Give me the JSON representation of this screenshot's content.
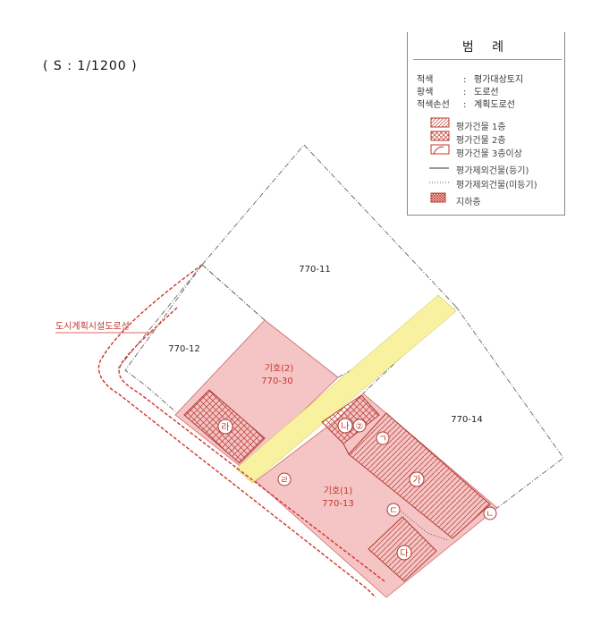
{
  "scale": "( S : 1/1200 )",
  "legend": {
    "title": "범 례",
    "entries": [
      {
        "key": "적색",
        "sep": ":",
        "value": "평가대상토지"
      },
      {
        "key": "황색",
        "sep": ":",
        "value": "도로선"
      },
      {
        "key": "적색손선",
        "sep": ":",
        "value": "계획도로선"
      }
    ],
    "symbols": [
      {
        "label": "평가건물 1층",
        "pattern": "hatch-single"
      },
      {
        "label": "평가건물 2층",
        "pattern": "hatch-cross"
      },
      {
        "label": "평가건물 3층이상",
        "pattern": "arc"
      },
      {
        "label": "평가제외건물(등기)",
        "pattern": "solid-line"
      },
      {
        "label": "평가제외건물(미등기)",
        "pattern": "dotted-line"
      },
      {
        "label": "지하층",
        "pattern": "dense"
      }
    ]
  },
  "parcels": {
    "p11": "770-11",
    "p12": "770-12",
    "p14": "770-14",
    "p30_title": "기호(2)",
    "p30_number": "770-30",
    "p13_title": "기호(1)",
    "p13_number": "770-13"
  },
  "buildings": {
    "ga": "가",
    "na": "나",
    "na_sub": "②",
    "da": "다",
    "ra": "라",
    "gi": "ㄱ",
    "ni": "ㄴ",
    "di": "ㄷ",
    "ri": "ㄹ"
  },
  "annotation": "도시계획시설도로선",
  "colors": {
    "subject_fill": "#f5c4c4",
    "road_fill": "#f8f2a0",
    "plan_line": "#d0342c",
    "boundary": "#555555"
  }
}
